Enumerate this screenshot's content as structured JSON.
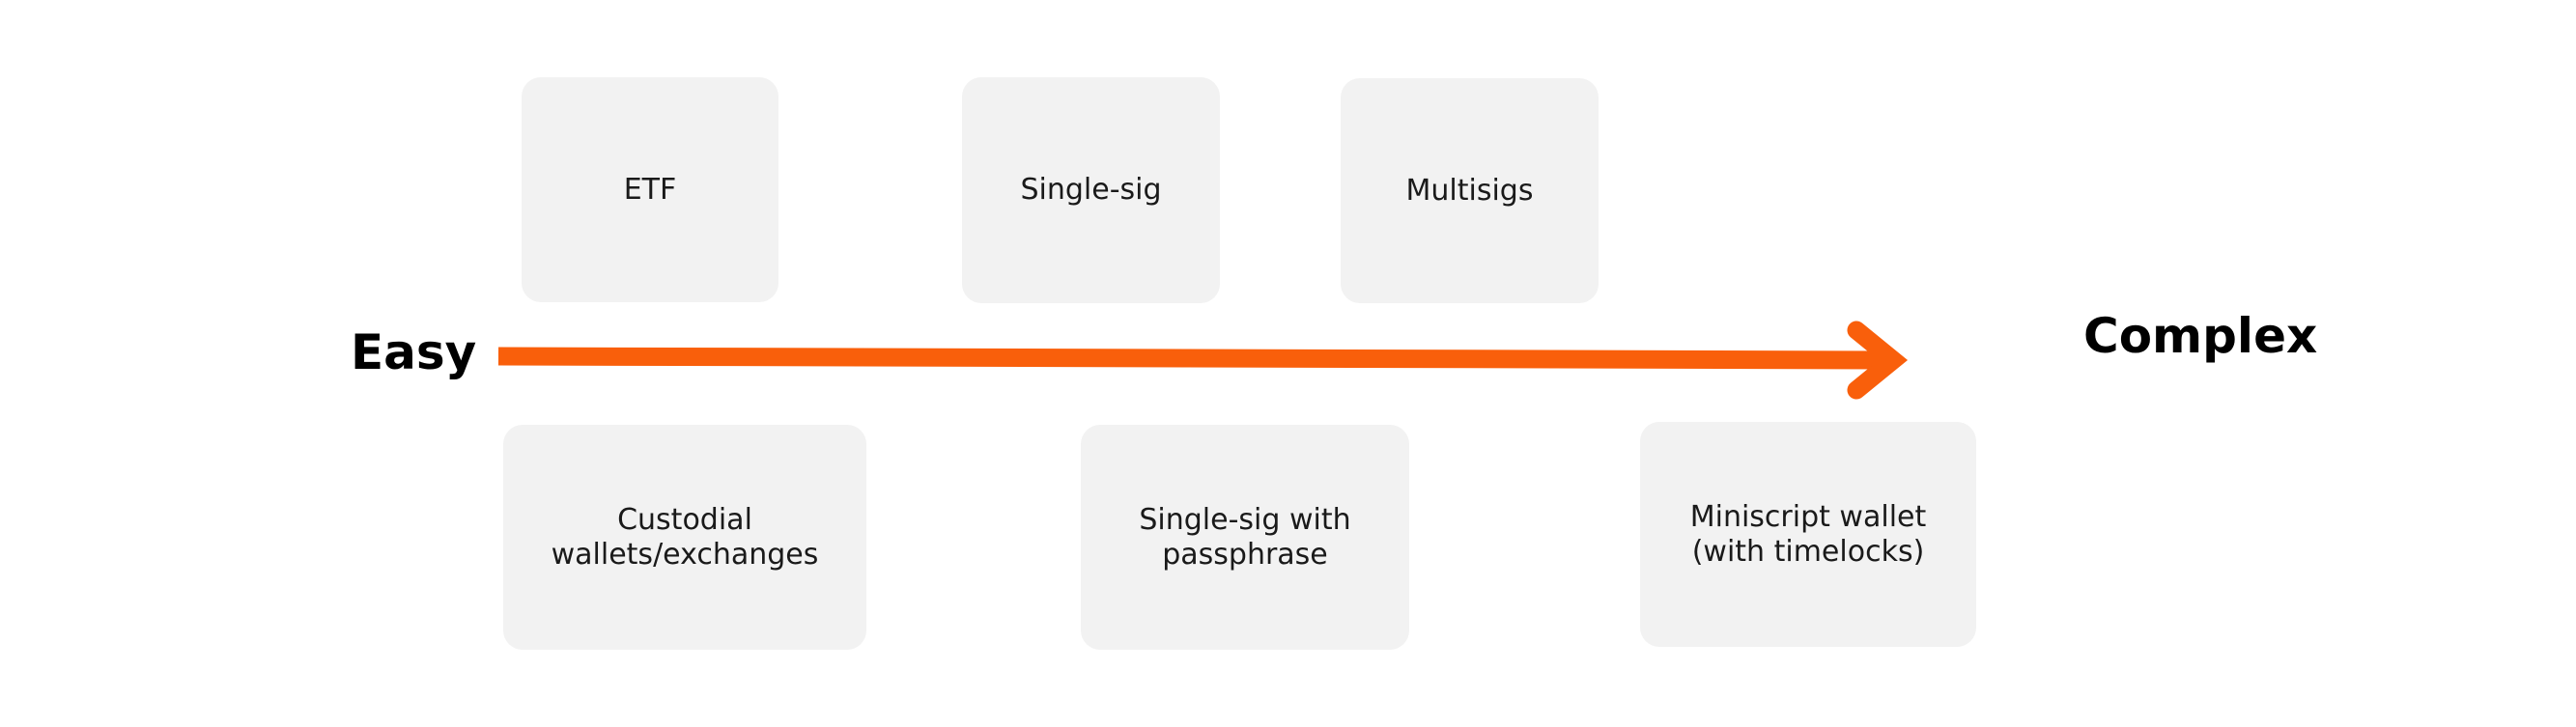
{
  "axis": {
    "start_label": "Easy",
    "end_label": "Complex",
    "arrow_color": "#f95f0b"
  },
  "boxes": {
    "top": [
      {
        "label": "ETF"
      },
      {
        "label": "Single-sig"
      },
      {
        "label": "Multisigs"
      }
    ],
    "bottom": [
      {
        "label": "Custodial wallets/exchanges"
      },
      {
        "label": "Single-sig with passphrase"
      },
      {
        "label": "Miniscript wallet (with timelocks)"
      }
    ]
  },
  "colors": {
    "box_fill": "#f2f2f2",
    "text": "#1a1a1a"
  }
}
